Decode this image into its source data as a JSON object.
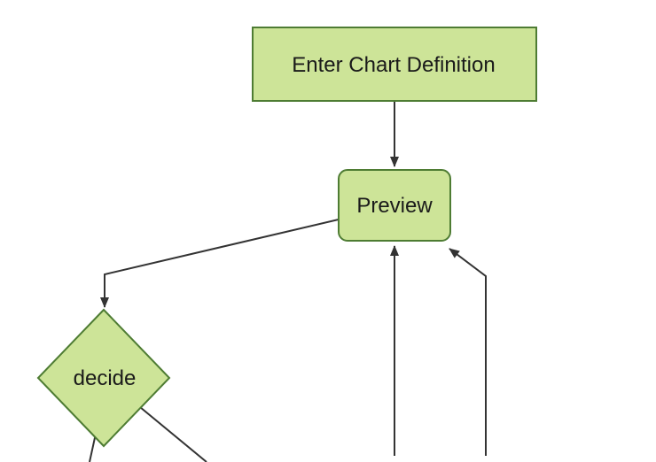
{
  "diagram": {
    "type": "flowchart",
    "direction": "top-down",
    "nodes": [
      {
        "id": "enter-chart-definition",
        "label": "Enter Chart Definition",
        "shape": "rectangle"
      },
      {
        "id": "preview",
        "label": "Preview",
        "shape": "rounded-rectangle"
      },
      {
        "id": "decide",
        "label": "decide",
        "shape": "diamond"
      }
    ],
    "edges": [
      {
        "from": "enter-chart-definition",
        "to": "preview",
        "arrowhead": true
      },
      {
        "from": "preview",
        "to": "decide",
        "arrowhead": true
      },
      {
        "from": "offscreen-bottom-center",
        "to": "preview",
        "arrowhead": true
      },
      {
        "from": "offscreen-bottom-right",
        "to": "preview",
        "arrowhead": true
      },
      {
        "from": "decide",
        "to": "offscreen-bottom-left",
        "arrowhead": false
      },
      {
        "from": "decide",
        "to": "offscreen-bottom-right",
        "arrowhead": false
      }
    ]
  },
  "colors": {
    "background": "#ffffff",
    "node_fill": "#cde498",
    "node_border": "#4e7c33",
    "edge": "#333333",
    "text": "#1a1a1a"
  }
}
